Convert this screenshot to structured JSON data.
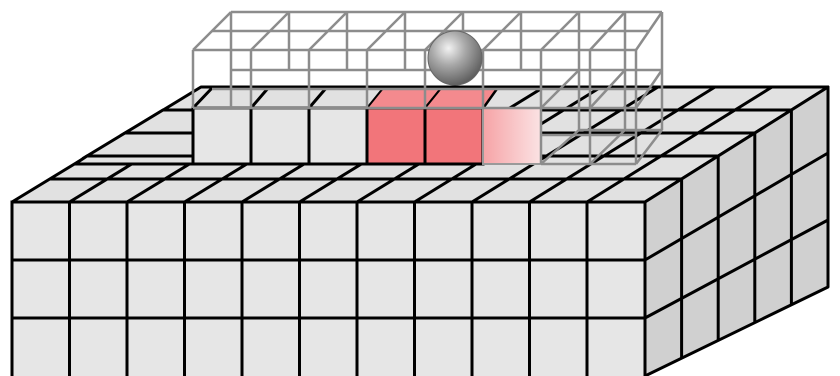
{
  "title": "",
  "colors": {
    "background": "#ffffff",
    "cube_face": "#e6e6e6",
    "cube_top": "#e1e1e1",
    "cube_side": "#d2d2d2",
    "highlight_face": "#f2757a",
    "highlight_top": "#f48a8e",
    "highlight_side": "#f6b0b3",
    "edge": "#000000",
    "wireframe_edge": "#8c8c8c",
    "sphere": "#9a9a9a"
  },
  "base_block": {
    "columns": 11,
    "rows": 3,
    "depth": 5
  },
  "raised_tier": {
    "solid_columns": 5,
    "highlighted_columns": [
      3,
      4
    ],
    "faded_column": 5,
    "layers": 1
  },
  "wireframe_cage": {
    "columns": 7,
    "layers": 2,
    "depth": 2
  },
  "sphere": {
    "label": "",
    "present": true
  }
}
